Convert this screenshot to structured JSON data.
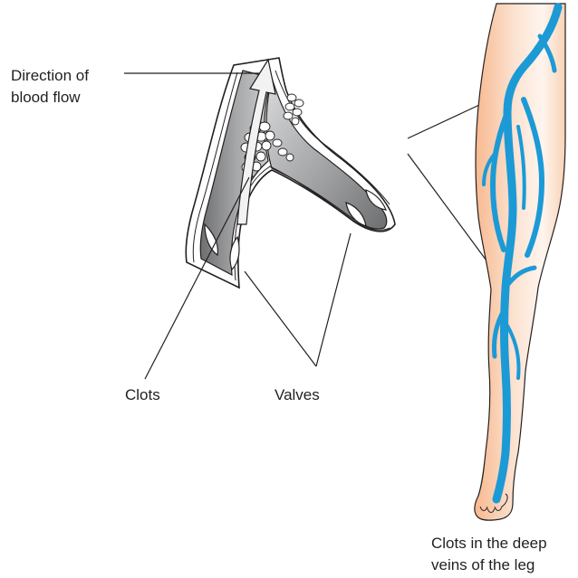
{
  "labels": {
    "direction_line1": "Direction of",
    "direction_line2": "blood flow",
    "clots": "Clots",
    "valves": "Valves",
    "deep_line1": "Clots in the deep",
    "deep_line2": "veins of the leg"
  },
  "colors": {
    "vein_blue": "#1b9ad6",
    "skin": "#f9c9a6",
    "vessel_dark": "#6d6e70",
    "vessel_mid": "#9c9d9f",
    "vessel_light": "#cfd0d1",
    "outline": "#231f20"
  }
}
